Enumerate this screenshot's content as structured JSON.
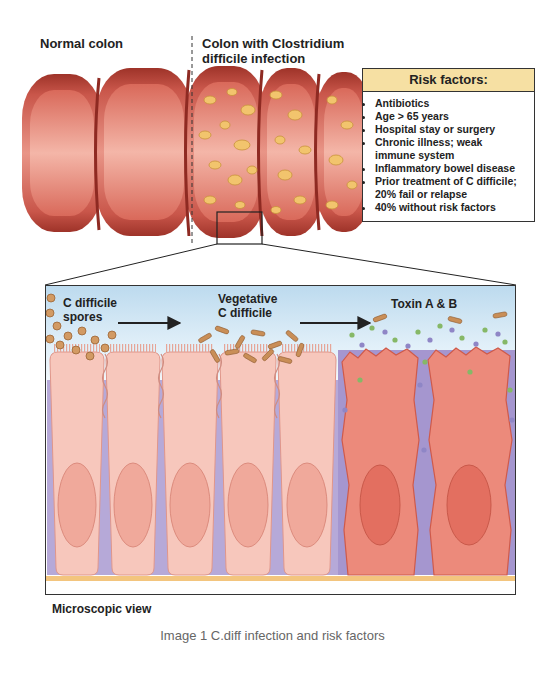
{
  "diagram": {
    "caption": "Image 1 C.diff infection and risk factors",
    "nodes": [
      {
        "text": [
          "Risk factors:",
          "Antibiotics",
          "Age > 65 years",
          "Hospital stay or surgery",
          "Chronic illness; weak immune system",
          "Inflammatory bowel disease",
          "Prior treatment of C difficile; 20% fail or relapse",
          "40% without risk factors"
        ]
      },
      {
        "text": [
          "C difficile spores",
          "Vegetative C difficile",
          "Toxin A & B",
          "Microscopic view"
        ]
      }
    ],
    "labels": [
      "Normal colon",
      "Colon with Clostridium difficile infection"
    ]
  }
}
